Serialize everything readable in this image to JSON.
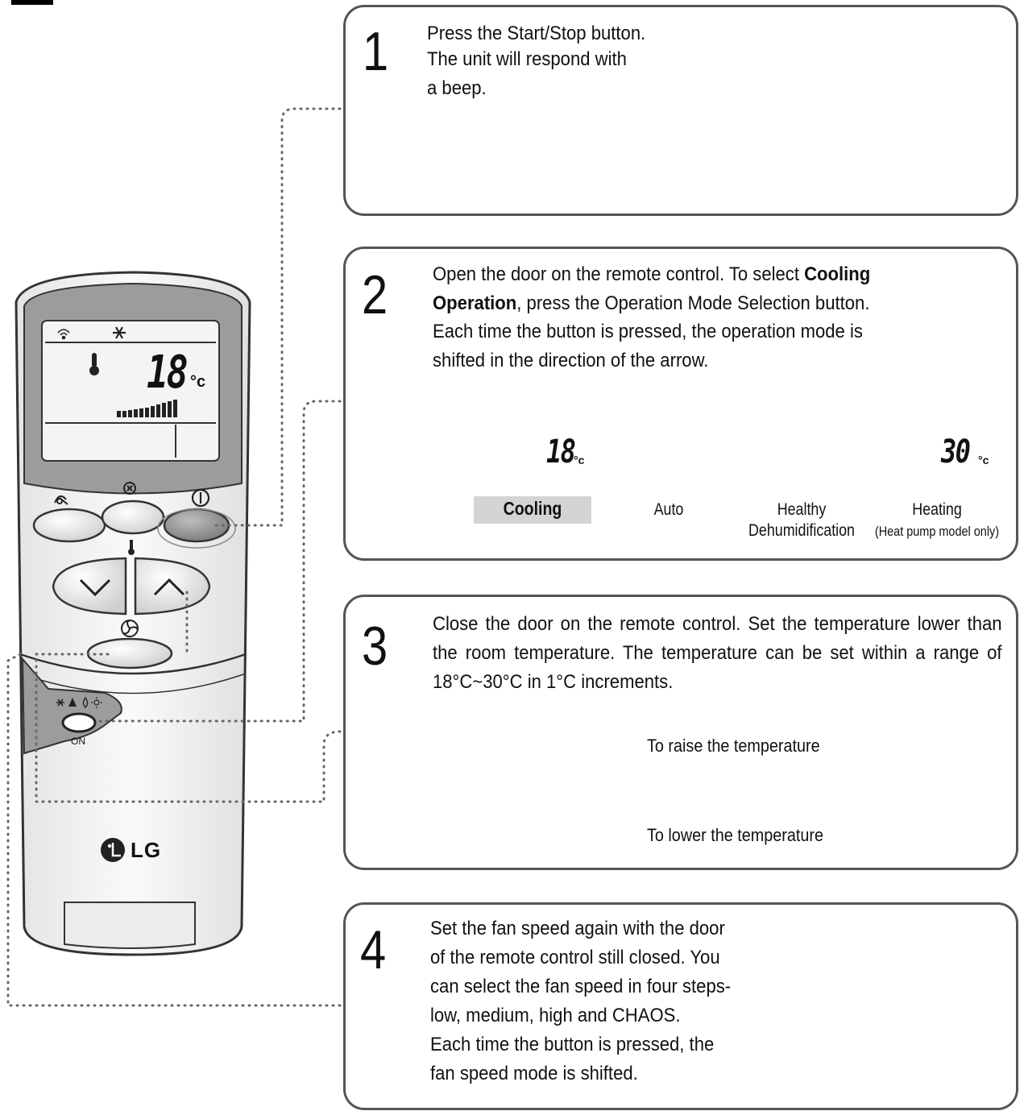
{
  "brand": {
    "logo_text": "LG"
  },
  "remote": {
    "lcd_temperature": "18",
    "lcd_unit": "°c",
    "door_button_label": "ON"
  },
  "steps": [
    {
      "number": "1",
      "lines": [
        "Press the Start/Stop button.",
        "The unit will respond with",
        "a beep."
      ]
    },
    {
      "number": "2",
      "text_pre": "Open the door on the remote control. To select ",
      "bold_1": "Cooling",
      "bold_2": "Operation",
      "text_line2_rest": ", press the Operation Mode Selection button.",
      "line3": "Each time the button is pressed, the operation mode is",
      "line4": "shifted in the direction of the arrow.",
      "modes": [
        {
          "label": "Cooling",
          "sub": "",
          "temp": "18",
          "unit": "°c"
        },
        {
          "label": "Auto",
          "sub": "",
          "temp": "",
          "unit": ""
        },
        {
          "label": "Healthy",
          "sub": "Dehumidification",
          "temp": "",
          "unit": ""
        },
        {
          "label": "Heating",
          "sub": "(Heat pump model only)",
          "temp": "30",
          "unit": "°c"
        }
      ]
    },
    {
      "number": "3",
      "text": "Close the door on the remote control. Set the temperature lower than the room temperature. The temperature can be set within a range of 18°C~30°C in 1°C increments.",
      "raise_label": "To raise the temperature",
      "lower_label": "To lower the temperature"
    },
    {
      "number": "4",
      "lines": [
        "Set the fan speed again with the door",
        "of the remote control still closed. You",
        "can select the fan speed in four steps-",
        "low, medium, high and CHAOS.",
        "Each time the button is pressed, the",
        "fan speed mode is shifted."
      ]
    }
  ],
  "icons": [
    "power-icon",
    "snowflake-icon",
    "auto-icon",
    "droplet-icon",
    "sun-icon",
    "thermometer-icon",
    "fan-icon",
    "swing-icon",
    "hand-icon"
  ],
  "colors": {
    "frame": "#555555",
    "cooling_highlight": "#d4d4d4",
    "button_grey": "#9a9a9a",
    "lcd_bg": "#f4f4f4"
  }
}
